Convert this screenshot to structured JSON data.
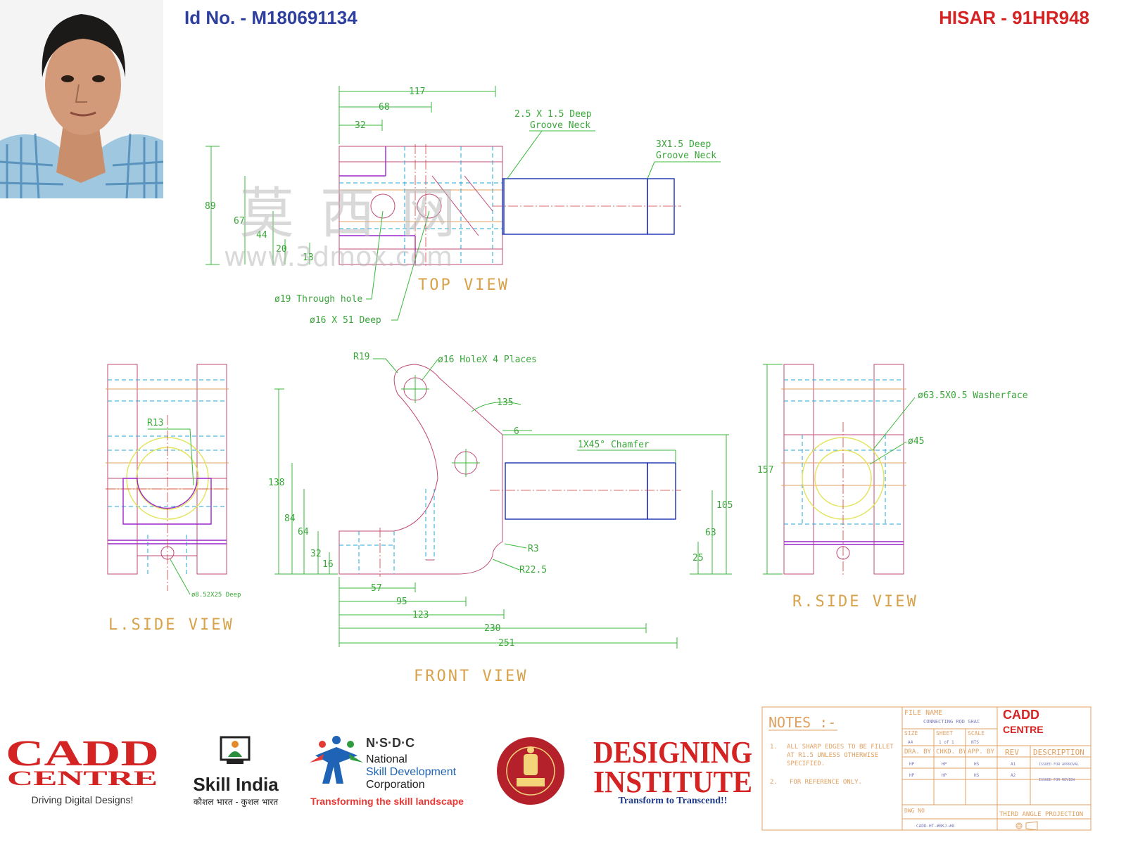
{
  "header": {
    "id_no": "Id No. - M180691134",
    "batch": "HISAR - 91HR948"
  },
  "watermark": {
    "chars": "莫 西 网",
    "url": "www.3dmox.com"
  },
  "top_view": {
    "title": "TOP  VIEW",
    "dims": {
      "d117": "117",
      "d68": "68",
      "d32": "32",
      "d89": "89",
      "d67": "67",
      "d44": "44",
      "d20": "20",
      "d13": "13"
    },
    "notes": {
      "groove1a": "2.5 X 1.5 Deep",
      "groove1b": "Groove Neck",
      "groove2a": "3X1.5 Deep",
      "groove2b": "Groove Neck",
      "hole19": "ø19 Through hole",
      "hole16": "ø16 X 51 Deep"
    }
  },
  "front_view": {
    "title": "FRONT  VIEW",
    "dims": {
      "r19": "R19",
      "holes": "ø16 HoleX 4 Places",
      "a135": "135",
      "d6": "6",
      "chamfer": "1X45° Chamfer",
      "d138": "138",
      "d84": "84",
      "d64": "64",
      "d32": "32",
      "d16": "16",
      "r3": "R3",
      "r225": "R22.5",
      "d105": "105",
      "d63": "63",
      "d25": "25",
      "d57": "57",
      "d95": "95",
      "d123": "123",
      "d230": "230",
      "d251": "251"
    }
  },
  "lside_view": {
    "title": "L.SIDE  VIEW",
    "r13": "R13",
    "deep": "ø8.52X25 Deep"
  },
  "rside_view": {
    "title": "R.SIDE  VIEW",
    "d157": "157",
    "washer": "ø63.5X0.5 Washerface",
    "d45": "ø45"
  },
  "logos": {
    "cadd_line1": "CADD",
    "cadd_line2": "CENTRE",
    "cadd_tag": "Driving Digital Designs!",
    "skill": "Skill India",
    "skill_sub": "कौशल भारत - कुशल भारत",
    "nsdc": "N·S·D·C",
    "nsdc_l1": "National",
    "nsdc_l2": "Skill Development",
    "nsdc_l3": "Corporation",
    "nsdc_tag": "Transforming the skill landscape",
    "di_l1": "DESIGNING",
    "di_l2": "INSTITUTE",
    "di_tag": "Transform to Transcend!!"
  },
  "title_block": {
    "notes_title": "NOTES :-",
    "n1": "1.",
    "n1a": "ALL SHARP EDGES TO BE FILLET",
    "n1b": "AT R1.5 UNLESS OTHERWISE",
    "n1c": "SPECIFIED.",
    "n2": "2.",
    "n2a": "FOR REFERENCE ONLY.",
    "file_name": "FILE NAME",
    "file_val": "CONNECTING ROD SHAC",
    "size": "SIZE",
    "sheet": "SHEET",
    "scale": "SCALE",
    "size_val": "A4",
    "sheet_val": "1 of 1",
    "scale_val": "NTS",
    "cadd": "CADD",
    "centre": "CENTRE",
    "dra": "DRA. BY",
    "chkd": "CHKD. BY",
    "app": "APP. BY",
    "rev": "REV",
    "desc": "DESCRIPTION",
    "r1a": "HP",
    "r1b": "HP",
    "r1c": "HS",
    "r1d": "A1",
    "r1e": "ISSUED FOR APPROVAL",
    "r2a": "HP",
    "r2b": "HP",
    "r2c": "HS",
    "r2d": "A2",
    "r2e": "ISSUED FOR REVIEW",
    "dwg": "DWG NO",
    "dwg_val": "CADD-HT-#BKJ-#8",
    "proj": "THIRD ANGLE PROJECTION"
  }
}
